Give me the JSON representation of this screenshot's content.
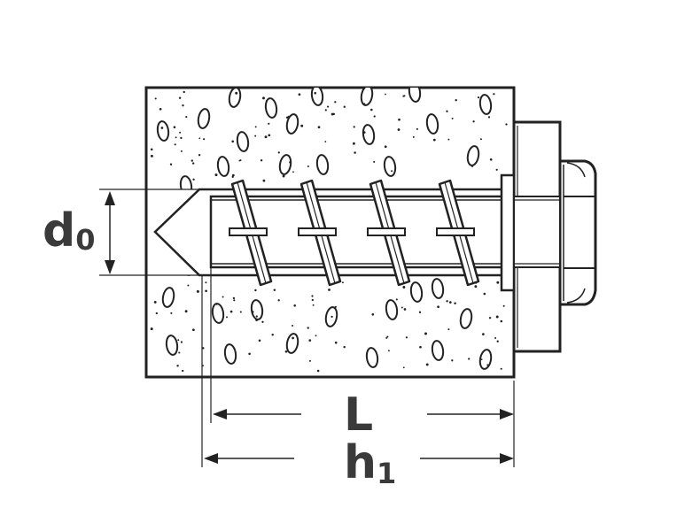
{
  "labels": {
    "diameter_main": "d",
    "diameter_sub": "0",
    "length": "L",
    "depth_main": "h",
    "depth_sub": "1"
  },
  "colors": {
    "line": "#222222",
    "label": "#3a3a3a",
    "background": "#ffffff"
  }
}
